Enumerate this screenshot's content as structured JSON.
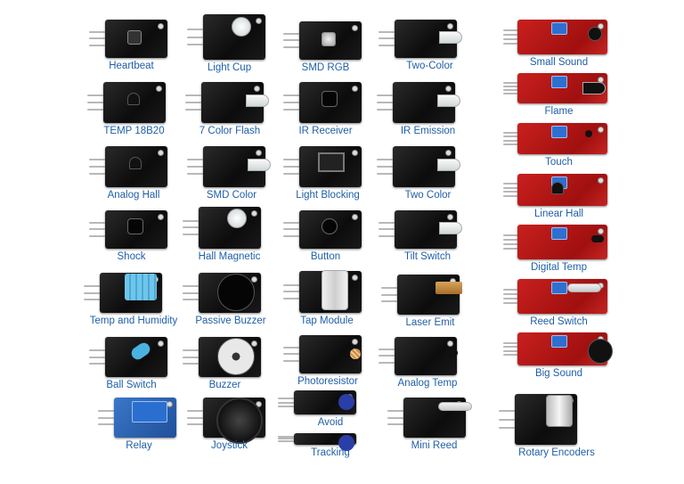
{
  "modules": [
    {
      "key": "heartbeat",
      "label": "Heartbeat",
      "board": "black",
      "component": "led-dome-icon"
    },
    {
      "key": "light-cup",
      "label": "Light Cup",
      "board": "black",
      "component": "led-pair-icon"
    },
    {
      "key": "smd-rgb",
      "label": "SMD RGB",
      "board": "black",
      "component": "smd-led-icon"
    },
    {
      "key": "two-color-1",
      "label": "Two-Color",
      "board": "black",
      "component": "led-clear-icon"
    },
    {
      "key": "small-sound",
      "label": "Small Sound",
      "board": "red",
      "component": "microphone-icon"
    },
    {
      "key": "temp-18b20",
      "label": "TEMP 18B20",
      "board": "black",
      "component": "transistor-icon"
    },
    {
      "key": "7-color-flash",
      "label": "7 Color Flash",
      "board": "black",
      "component": "led-clear-icon"
    },
    {
      "key": "ir-receiver",
      "label": "IR Receiver",
      "board": "black",
      "component": "ir-receiver-icon"
    },
    {
      "key": "ir-emission",
      "label": "IR Emission",
      "board": "black",
      "component": "led-clear-icon"
    },
    {
      "key": "flame",
      "label": "Flame",
      "board": "red",
      "component": "ir-led-icon"
    },
    {
      "key": "analog-hall",
      "label": "Analog Hall",
      "board": "black",
      "component": "transistor-icon"
    },
    {
      "key": "smd-color",
      "label": "SMD Color",
      "board": "black",
      "component": "led-clear-icon"
    },
    {
      "key": "light-blocking",
      "label": "Light Blocking",
      "board": "black",
      "component": "photo-interrupter-icon"
    },
    {
      "key": "two-color-2",
      "label": "Two Color",
      "board": "black",
      "component": "led-clear-icon"
    },
    {
      "key": "touch",
      "label": "Touch",
      "board": "red",
      "component": "touch-lead-icon"
    },
    {
      "key": "shock",
      "label": "Shock",
      "board": "black",
      "component": "spring-switch-icon"
    },
    {
      "key": "hall-magnetic",
      "label": "Hall Magnetic",
      "board": "black",
      "component": "led-pair-icon"
    },
    {
      "key": "button",
      "label": "Button",
      "board": "black",
      "component": "push-button-icon"
    },
    {
      "key": "tilt-switch",
      "label": "Tilt Switch",
      "board": "black",
      "component": "led-clear-icon"
    },
    {
      "key": "linear-hall",
      "label": "Linear Hall",
      "board": "red",
      "component": "transistor-icon"
    },
    {
      "key": "temp-humidity",
      "label": "Temp and Humidity",
      "board": "black",
      "component": "dht11-icon"
    },
    {
      "key": "passive-buzzer",
      "label": "Passive Buzzer",
      "board": "black",
      "component": "buzzer-icon"
    },
    {
      "key": "tap-module",
      "label": "Tap Module",
      "board": "black",
      "component": "tap-tube-icon"
    },
    {
      "key": "laser-emit",
      "label": "Laser Emit",
      "board": "black",
      "component": "laser-head-icon"
    },
    {
      "key": "digital-temp",
      "label": "Digital Temp",
      "board": "red",
      "component": "thermistor-icon"
    },
    {
      "key": "ball-switch",
      "label": "Ball Switch",
      "board": "black",
      "component": "ball-switch-icon"
    },
    {
      "key": "buzzer",
      "label": "Buzzer",
      "board": "black",
      "component": "buzzer-icon"
    },
    {
      "key": "photoresistor",
      "label": "Photoresistor",
      "board": "black",
      "component": "photoresistor-icon"
    },
    {
      "key": "analog-temp",
      "label": "Analog Temp",
      "board": "black",
      "component": "thermistor-icon"
    },
    {
      "key": "reed-switch",
      "label": "Reed Switch",
      "board": "red",
      "component": "reed-tube-icon"
    },
    {
      "key": "relay",
      "label": "Relay",
      "board": "blue",
      "component": "relay-icon"
    },
    {
      "key": "joystick",
      "label": "Joystick",
      "board": "black",
      "component": "joystick-icon"
    },
    {
      "key": "avoid",
      "label": "Avoid",
      "board": "black",
      "component": "ir-pair-icon"
    },
    {
      "key": "mini-reed",
      "label": "Mini Reed",
      "board": "black",
      "component": "reed-tube-icon"
    },
    {
      "key": "big-sound",
      "label": "Big Sound",
      "board": "red",
      "component": "microphone-icon"
    },
    {
      "key": "tracking",
      "label": "Tracking",
      "board": "black",
      "component": "ir-pair-icon"
    },
    {
      "key": "rotary-encoders",
      "label": "Rotary Encoders",
      "board": "black",
      "component": "rotary-knob-icon"
    }
  ],
  "colors": {
    "label": "#1f5fa8",
    "board_black": "#141414",
    "board_red": "#b81816",
    "board_blue": "#2a62b0",
    "pot_blue": "#2f6fd0"
  }
}
